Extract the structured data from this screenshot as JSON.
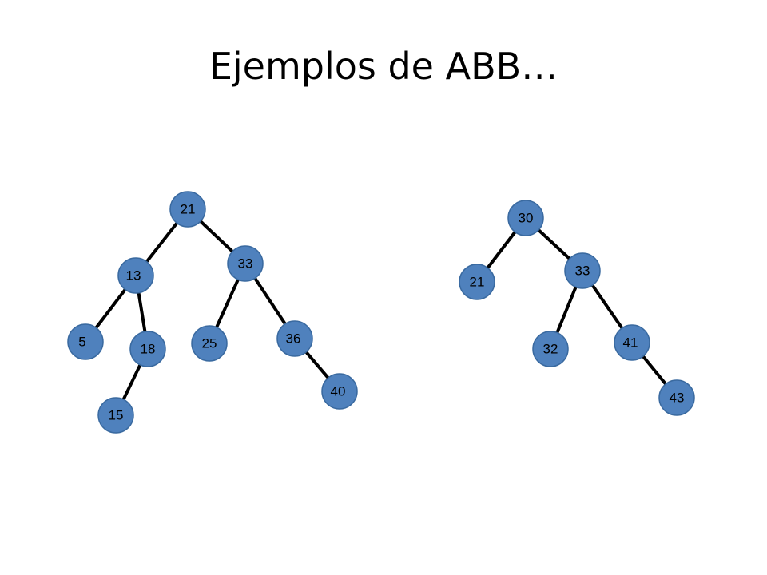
{
  "title": "Ejemplos de ABB…",
  "colors": {
    "node_fill": "#4f81bd",
    "node_stroke": "#3a6aa0",
    "edge": "#000000",
    "background": "#ffffff"
  },
  "trees": [
    {
      "nodes": [
        {
          "id": "t1-21",
          "label": "21"
        },
        {
          "id": "t1-13",
          "label": "13"
        },
        {
          "id": "t1-33",
          "label": "33"
        },
        {
          "id": "t1-5",
          "label": "5"
        },
        {
          "id": "t1-18",
          "label": "18"
        },
        {
          "id": "t1-25",
          "label": "25"
        },
        {
          "id": "t1-36",
          "label": "36"
        },
        {
          "id": "t1-15",
          "label": "15"
        },
        {
          "id": "t1-40",
          "label": "40"
        }
      ],
      "edges": [
        [
          "t1-21",
          "t1-13"
        ],
        [
          "t1-21",
          "t1-33"
        ],
        [
          "t1-13",
          "t1-5"
        ],
        [
          "t1-13",
          "t1-18"
        ],
        [
          "t1-18",
          "t1-15"
        ],
        [
          "t1-33",
          "t1-25"
        ],
        [
          "t1-33",
          "t1-36"
        ],
        [
          "t1-36",
          "t1-40"
        ]
      ]
    },
    {
      "nodes": [
        {
          "id": "t2-30",
          "label": "30"
        },
        {
          "id": "t2-21",
          "label": "21"
        },
        {
          "id": "t2-33",
          "label": "33"
        },
        {
          "id": "t2-32",
          "label": "32"
        },
        {
          "id": "t2-41",
          "label": "41"
        },
        {
          "id": "t2-43",
          "label": "43"
        }
      ],
      "edges": [
        [
          "t2-30",
          "t2-21"
        ],
        [
          "t2-30",
          "t2-33"
        ],
        [
          "t2-33",
          "t2-32"
        ],
        [
          "t2-33",
          "t2-41"
        ],
        [
          "t2-41",
          "t2-43"
        ]
      ]
    }
  ]
}
